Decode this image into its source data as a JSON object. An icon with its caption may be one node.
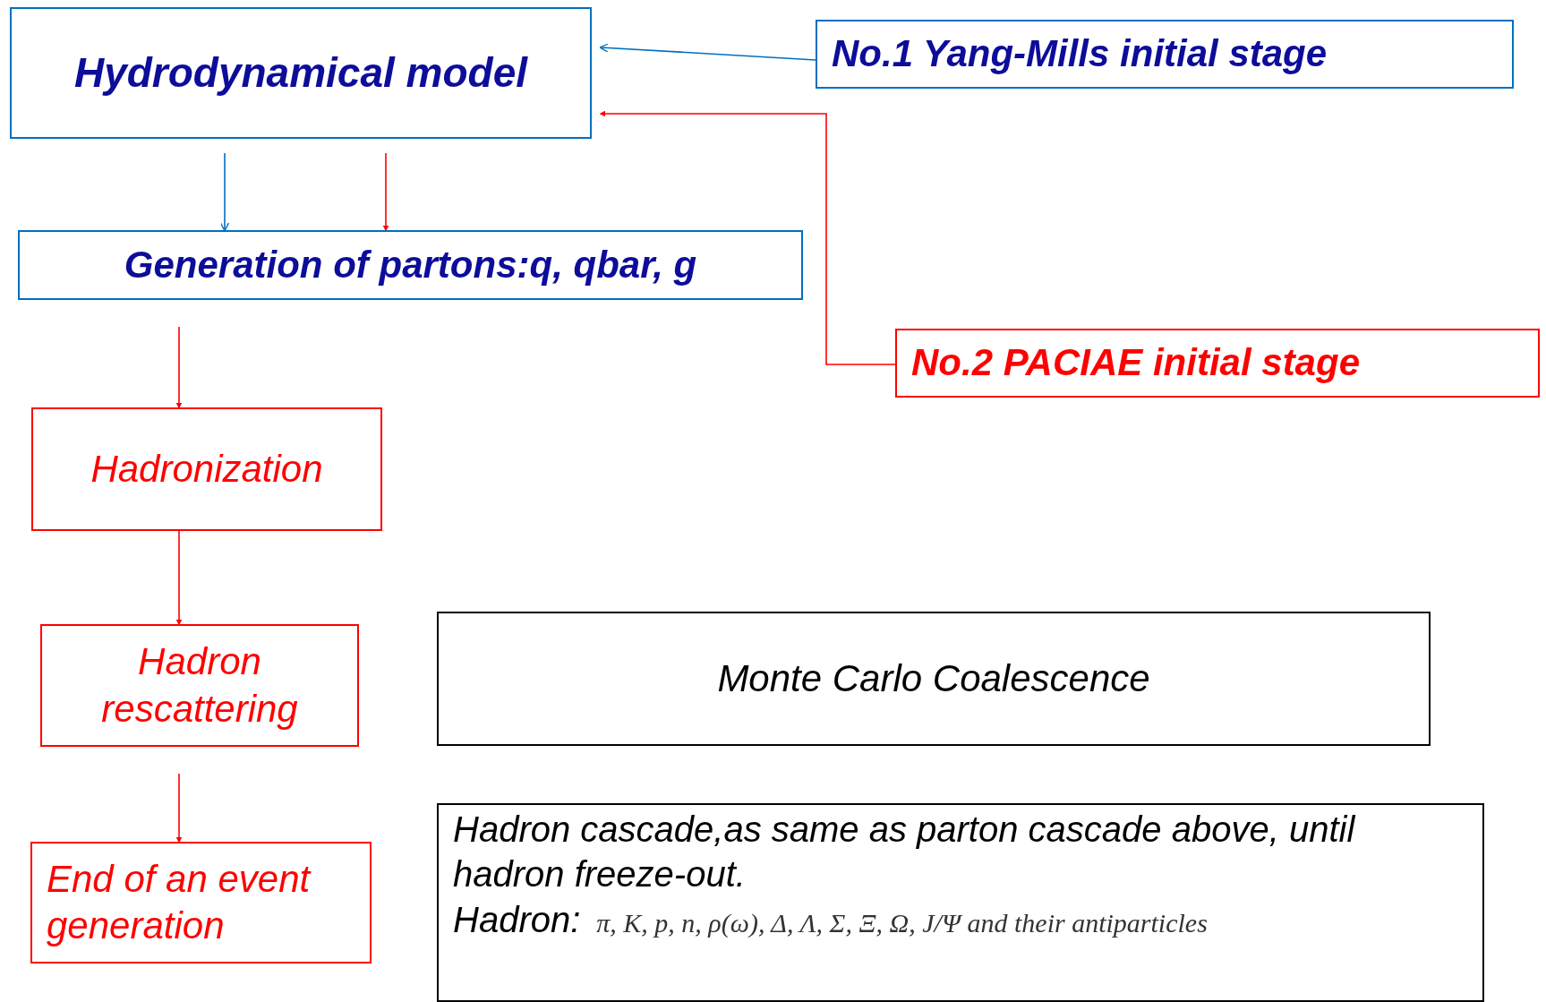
{
  "diagram": {
    "nodes": [
      {
        "text": [
          "Hydrodynamical model"
        ]
      },
      {
        "text": [
          "No.1  Yang-Mills initial stage"
        ]
      },
      {
        "text": [
          "Generation of  partons:q, qbar, g"
        ]
      },
      {
        "text": [
          "No.2  PACIAE initial stage"
        ]
      },
      {
        "text": [
          "Hadronization"
        ]
      },
      {
        "text": [
          "Hadron rescattering"
        ]
      },
      {
        "text": [
          "Monte Carlo Coalescence"
        ]
      },
      {
        "text": [
          "End of an event generation"
        ]
      },
      {
        "text": [
          "Hadron cascade,as same as parton cascade above, until hadron freeze-out.",
          "Hadron:",
          "π, K, p, n, ρ(ω), Δ, Λ, Σ, Ξ, Ω, J/Ψ and their antiparticles"
        ]
      }
    ],
    "edges": [
      {
        "from": 1,
        "to": 0,
        "arrow": "to",
        "color": "#0070c0"
      },
      {
        "from": 3,
        "to": 0,
        "arrow": "to"
      },
      {
        "from": 0,
        "to": 2,
        "arrow": "to",
        "color": "#0070c0"
      },
      {
        "from": 0,
        "to": 2,
        "arrow": "to"
      },
      {
        "from": 2,
        "to": 4,
        "arrow": "to"
      },
      {
        "from": 4,
        "to": 5,
        "arrow": "to"
      },
      {
        "from": 5,
        "to": 7,
        "arrow": "to"
      }
    ]
  }
}
